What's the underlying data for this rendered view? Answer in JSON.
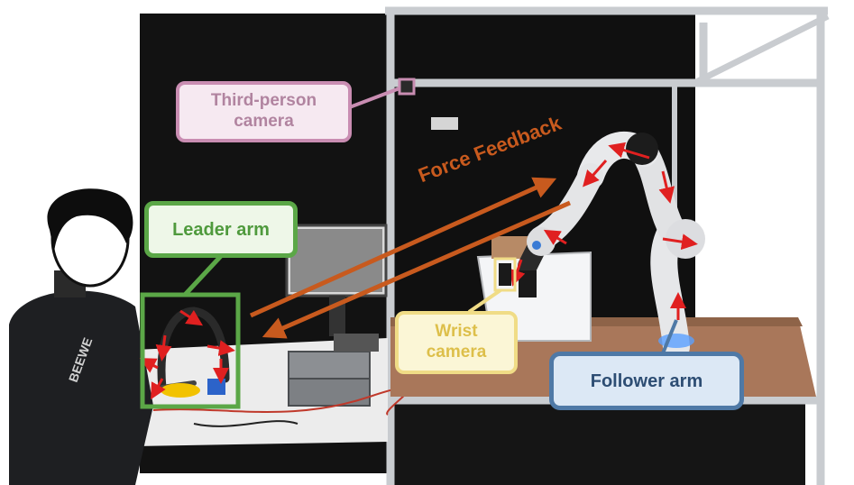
{
  "labels": {
    "third_person_camera_line1": "Third-person",
    "third_person_camera_line2": "camera",
    "leader_arm": "Leader arm",
    "force_feedback": "Force Feedback",
    "wrist_camera_line1": "Wrist",
    "wrist_camera_line2": "camera",
    "follower_arm": "Follower arm"
  },
  "colors": {
    "third_person_camera": "#c98db2",
    "leader_arm": "#5ba747",
    "wrist_camera": "#f0dc86",
    "follower_arm": "#4f79a6",
    "force_feedback": "#c85a1e",
    "motion_arrows": "#e02020"
  }
}
